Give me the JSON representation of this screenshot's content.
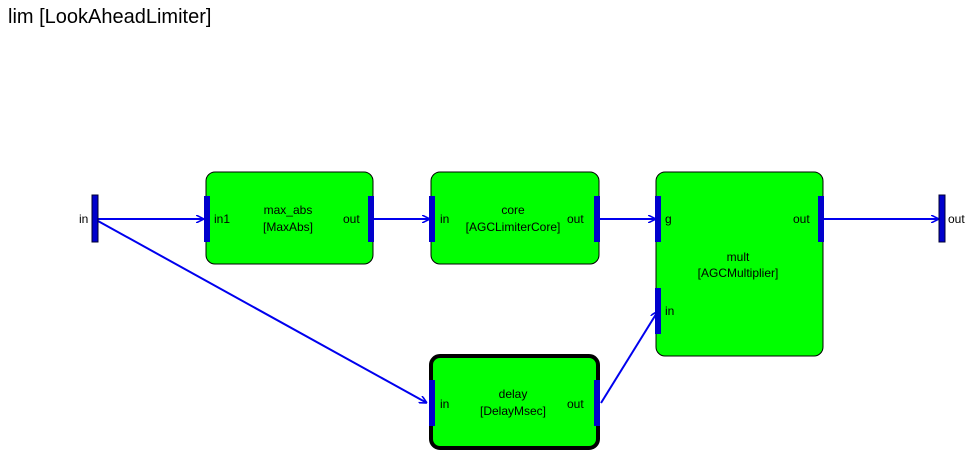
{
  "diagram": {
    "title": "lim [LookAheadLimiter]",
    "colors": {
      "block_fill": "#00ff00",
      "port_bar": "#0000cc",
      "wire": "#0000ee",
      "text": "#000000"
    },
    "input_port": {
      "label": "in"
    },
    "output_port": {
      "label": "out"
    },
    "blocks": {
      "max_abs": {
        "name": "max_abs",
        "type": "[MaxAbs]",
        "in": "in1",
        "out": "out"
      },
      "core": {
        "name": "core",
        "type": "[AGCLimiterCore]",
        "in": "in",
        "out": "out"
      },
      "mult": {
        "name": "mult",
        "type": "[AGCMultiplier]",
        "in_g": "g",
        "in_in": "in",
        "out": "out"
      },
      "delay": {
        "name": "delay",
        "type": "[DelayMsec]",
        "in": "in",
        "out": "out",
        "selected": true
      }
    }
  }
}
